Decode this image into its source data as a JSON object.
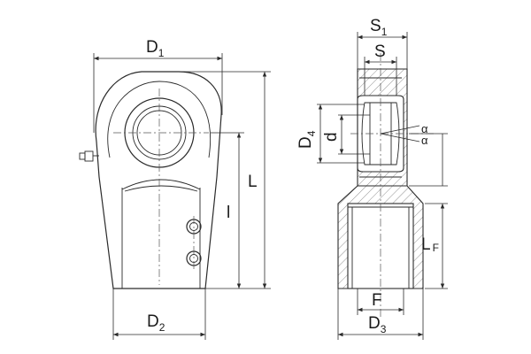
{
  "labels": {
    "D1": {
      "main": "D",
      "sub": "1"
    },
    "L": {
      "main": "L"
    },
    "l": {
      "main": "l"
    },
    "D2": {
      "main": "D",
      "sub": "2"
    },
    "S1": {
      "main": "S",
      "sub": "1"
    },
    "S": {
      "main": "S"
    },
    "D4": {
      "main": "D",
      "sub": "4"
    },
    "d": {
      "main": "d"
    },
    "alpha_top": {
      "main": "α"
    },
    "alpha_bottom": {
      "main": "α"
    },
    "LF": {
      "main": "L",
      "sub": "F"
    },
    "F": {
      "main": "F"
    },
    "D3": {
      "main": "D",
      "sub": "3"
    }
  }
}
